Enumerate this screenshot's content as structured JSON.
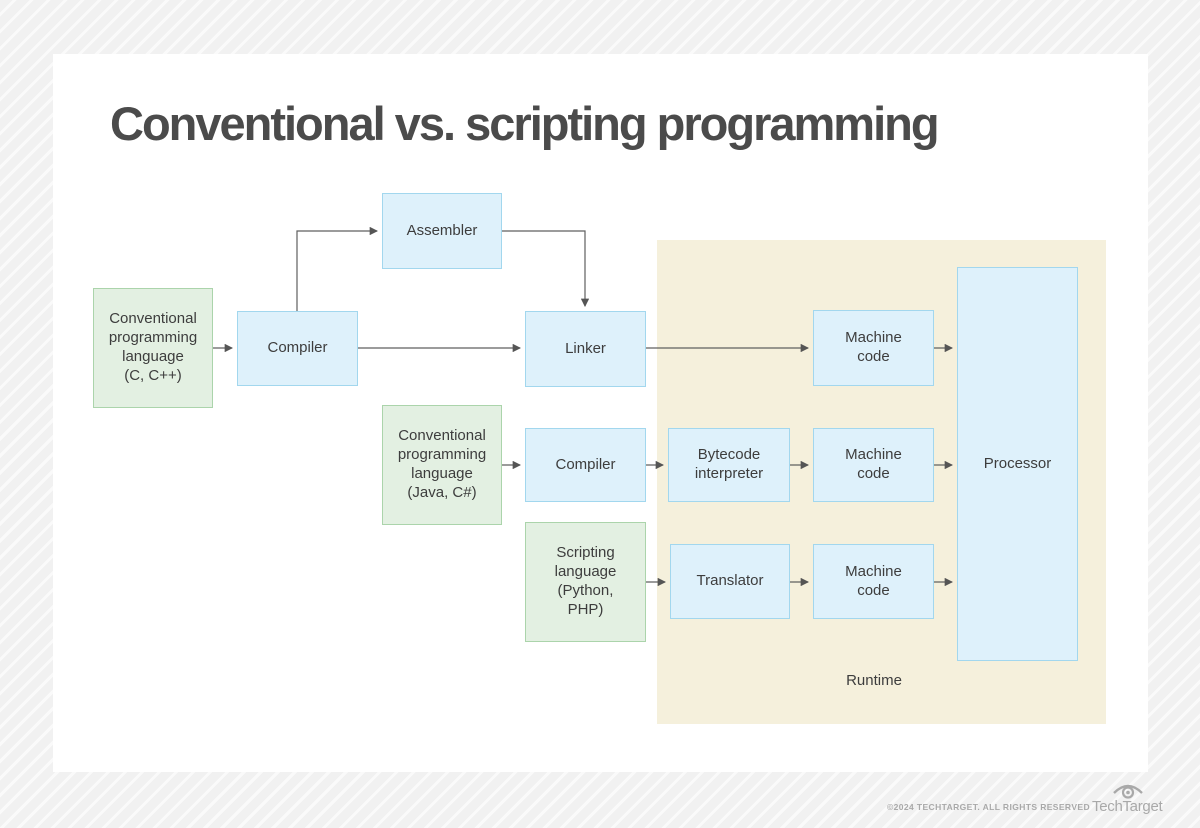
{
  "page": {
    "title": "Conventional vs. scripting programming"
  },
  "diagram": {
    "nodes": {
      "src_c": {
        "label": "Conventional\nprogramming\nlanguage\n(C, C++)",
        "kind": "source"
      },
      "compiler1": {
        "label": "Compiler",
        "kind": "process"
      },
      "assembler": {
        "label": "Assembler",
        "kind": "process"
      },
      "linker": {
        "label": "Linker",
        "kind": "process"
      },
      "mc1": {
        "label": "Machine\ncode",
        "kind": "process"
      },
      "processor": {
        "label": "Processor",
        "kind": "process"
      },
      "src_java": {
        "label": "Conventional\nprogramming\nlanguage\n(Java, C#)",
        "kind": "source"
      },
      "compiler2": {
        "label": "Compiler",
        "kind": "process"
      },
      "bytecode": {
        "label": "Bytecode\ninterpreter",
        "kind": "process"
      },
      "mc2": {
        "label": "Machine\ncode",
        "kind": "process"
      },
      "src_script": {
        "label": "Scripting\nlanguage\n(Python,\nPHP)",
        "kind": "source"
      },
      "translator": {
        "label": "Translator",
        "kind": "process"
      },
      "mc3": {
        "label": "Machine\ncode",
        "kind": "process"
      }
    },
    "runtime_region_label": "Runtime"
  },
  "footer": {
    "copyright": "©2024 TECHTARGET. ALL RIGHTS RESERVED",
    "brand": "TechTarget"
  },
  "colors": {
    "source_fill": "#e3f0e2",
    "source_border": "#abd4ab",
    "process_fill": "#def1fb",
    "process_border": "#a2d7ee",
    "runtime_region_bg": "#f5f0dc",
    "arrow": "#5f5f5f",
    "title_text": "#4b4b4b",
    "body_text": "#3d3d3d",
    "footer_text": "#a9a9a9",
    "page_bg": "#f1f1f1",
    "card_bg": "#ffffff"
  }
}
